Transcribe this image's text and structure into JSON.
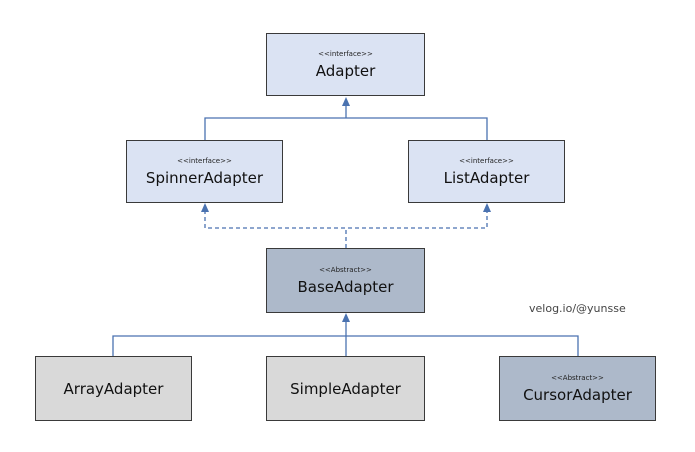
{
  "colors": {
    "interface_fill": "#dbe3f3",
    "abstract_fill": "#adb9ca",
    "concrete_fill": "#d9d9d9",
    "connector": "#4a72b0",
    "border": "#3a3a3a"
  },
  "boxes": {
    "adapter": {
      "stereotype": "<<interface>>",
      "name": "Adapter"
    },
    "spinner_adapter": {
      "stereotype": "<<interface>>",
      "name": "SpinnerAdapter"
    },
    "list_adapter": {
      "stereotype": "<<interface>>",
      "name": "ListAdapter"
    },
    "base_adapter": {
      "stereotype": "<<Abstract>>",
      "name": "BaseAdapter"
    },
    "array_adapter": {
      "name": "ArrayAdapter"
    },
    "simple_adapter": {
      "name": "SimpleAdapter"
    },
    "cursor_adapter": {
      "stereotype": "<<Abstract>>",
      "name": "CursorAdapter"
    }
  },
  "watermark": "velog.io/@yunsse"
}
